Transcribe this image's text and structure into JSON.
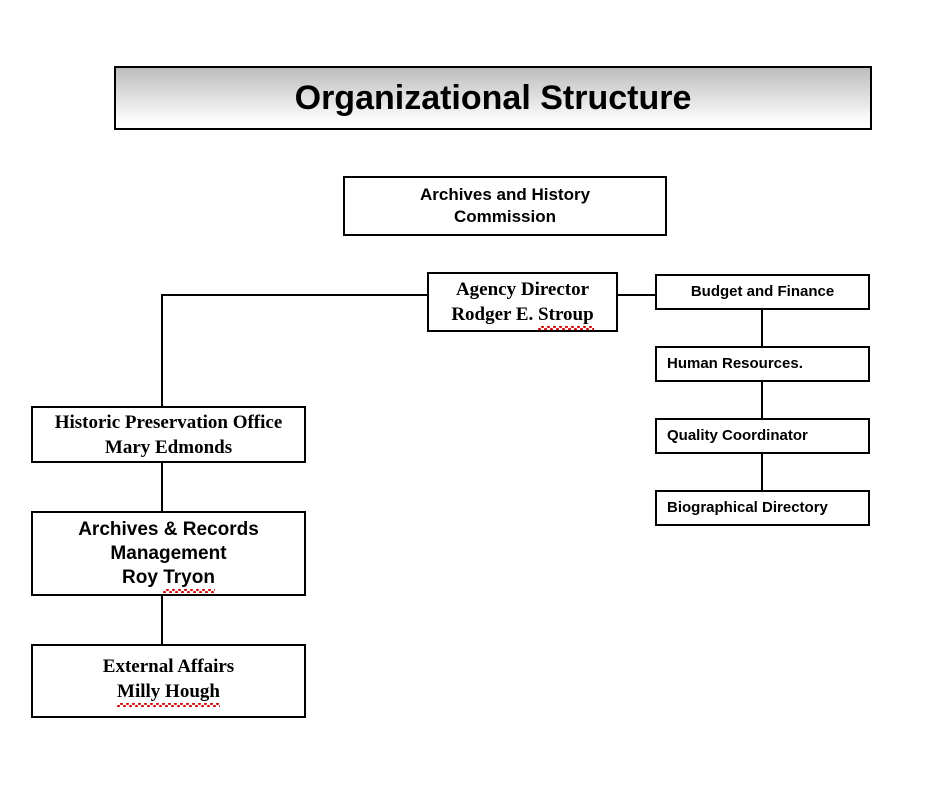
{
  "page": {
    "title": "Organizational Structure",
    "background_color": "#ffffff",
    "box_border_color": "#000000",
    "spellcheck_underline_color": "#d40000",
    "banner_gradient_top": "#bdbdbd",
    "banner_gradient_bottom": "#ffffff"
  },
  "chart_data": {
    "type": "diagram",
    "diagram_kind": "organizational-chart",
    "title": "Organizational Structure",
    "nodes": [
      {
        "id": "commission",
        "lines": [
          "Archives and History",
          "Commission"
        ],
        "font": "sans",
        "align": "center"
      },
      {
        "id": "agency-director",
        "lines": [
          "Agency Director",
          "Rodger E. Stroup"
        ],
        "font": "serif",
        "align": "center",
        "misspelled": [
          "Stroup"
        ]
      },
      {
        "id": "budget-and-finance",
        "lines": [
          "Budget and Finance"
        ],
        "font": "sans",
        "align": "center"
      },
      {
        "id": "human-resources",
        "lines": [
          "Human Resources."
        ],
        "font": "sans",
        "align": "left"
      },
      {
        "id": "quality-coordinator",
        "lines": [
          "Quality Coordinator"
        ],
        "font": "sans",
        "align": "left"
      },
      {
        "id": "biographical-directory",
        "lines": [
          "Biographical Directory"
        ],
        "font": "sans",
        "align": "left"
      },
      {
        "id": "historic-preservation-office",
        "lines": [
          "Historic Preservation Office",
          "Mary Edmonds"
        ],
        "font": "serif",
        "align": "center"
      },
      {
        "id": "archives-records-management",
        "lines": [
          "Archives & Records",
          "Management",
          "Roy Tryon"
        ],
        "font": "sans",
        "align": "center",
        "misspelled": [
          "Tryon"
        ]
      },
      {
        "id": "external-affairs",
        "lines": [
          "External Affairs",
          "Milly Hough"
        ],
        "font": "serif",
        "align": "center",
        "misspelled": [
          "Milly Hough"
        ]
      }
    ],
    "edges": [
      {
        "from": "agency-director",
        "to": "budget-and-finance"
      },
      {
        "from": "budget-and-finance",
        "to": "human-resources"
      },
      {
        "from": "human-resources",
        "to": "quality-coordinator"
      },
      {
        "from": "quality-coordinator",
        "to": "biographical-directory"
      },
      {
        "from": "agency-director",
        "to": "historic-preservation-office"
      },
      {
        "from": "historic-preservation-office",
        "to": "archives-records-management"
      },
      {
        "from": "archives-records-management",
        "to": "external-affairs"
      }
    ]
  },
  "nodes": {
    "commission": {
      "line1": "Archives and History",
      "line2": "Commission"
    },
    "agency_director": {
      "line1": "Agency Director",
      "line2_prefix": "Rodger E. ",
      "line2_misspelled": "Stroup"
    },
    "budget_and_finance": {
      "line1": "Budget and Finance"
    },
    "human_resources": {
      "line1": "Human Resources."
    },
    "quality_coordinator": {
      "line1": "Quality Coordinator"
    },
    "biographical_directory": {
      "line1": "Biographical Directory"
    },
    "historic_preservation_office": {
      "line1": "Historic Preservation Office",
      "line2": "Mary Edmonds"
    },
    "archives_records_management": {
      "line1": "Archives & Records",
      "line2": "Management",
      "line3_prefix": "Roy ",
      "line3_misspelled": "Tryon"
    },
    "external_affairs": {
      "line1": "External Affairs",
      "line2_misspelled": "Milly Hough"
    }
  }
}
